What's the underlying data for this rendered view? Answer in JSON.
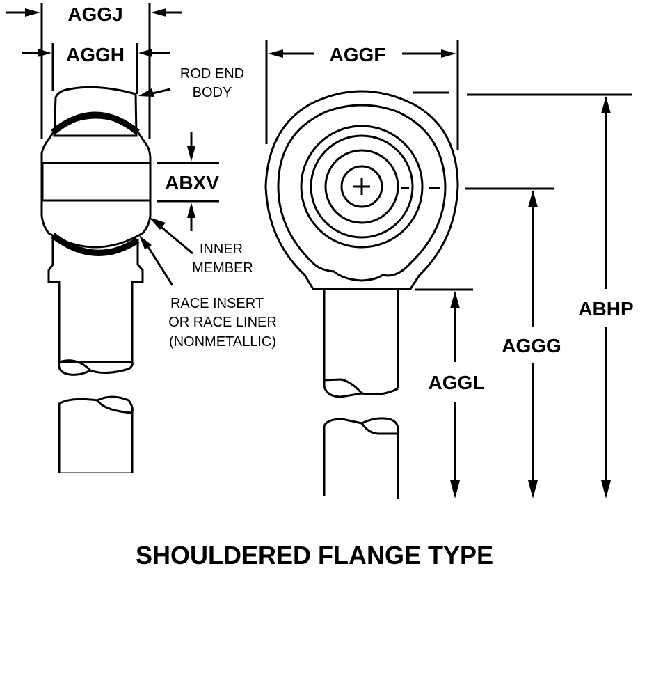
{
  "diagram": {
    "title": "SHOULDERED FLANGE TYPE",
    "colors": {
      "ink": "#000000",
      "background": "#ffffff"
    },
    "dimensions": {
      "aggj": "AGGJ",
      "aggh": "AGGH",
      "abxv": "ABXV",
      "aggf": "AGGF",
      "aggl": "AGGL",
      "aggg": "AGGG",
      "abhp": "ABHP"
    },
    "callouts": {
      "rod_end_body": [
        "ROD END",
        "BODY"
      ],
      "inner_member": [
        "INNER",
        "MEMBER"
      ],
      "race_insert": [
        "RACE INSERT",
        "OR RACE LINER",
        "(NONMETALLIC)"
      ]
    },
    "views": {
      "section_view": "cross-section (hatched)",
      "front_view": "front elevation"
    }
  }
}
